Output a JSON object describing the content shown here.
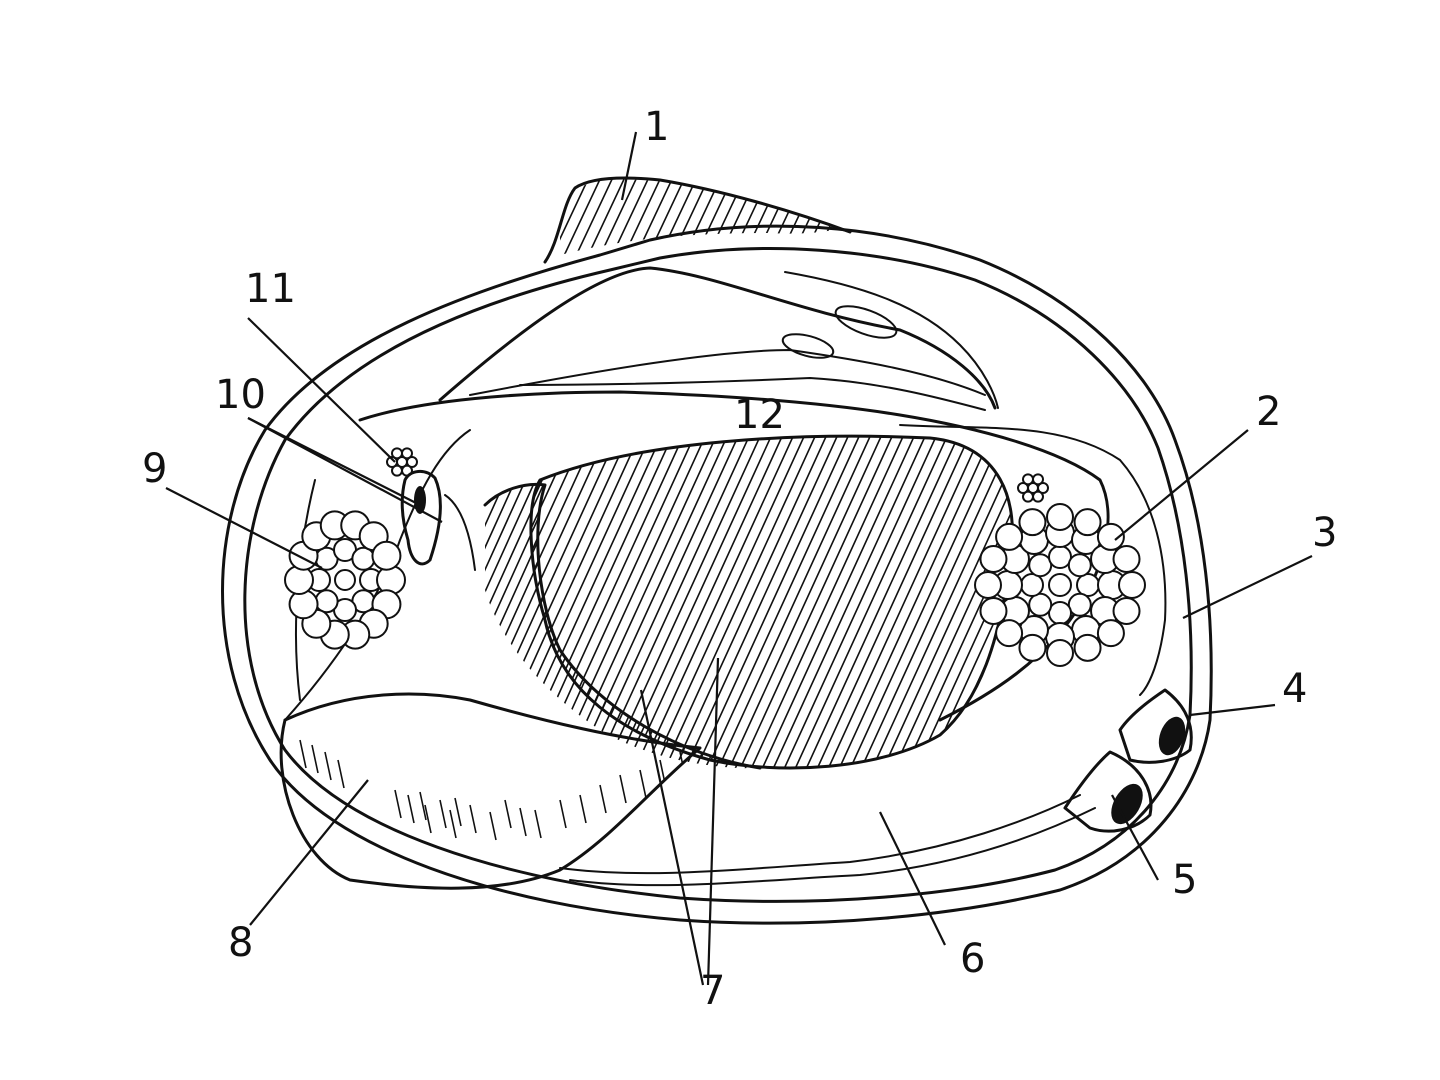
{
  "diagram": {
    "labels": [
      {
        "id": "label-1",
        "text": "1"
      },
      {
        "id": "label-2",
        "text": "2"
      },
      {
        "id": "label-3",
        "text": "3"
      },
      {
        "id": "label-4",
        "text": "4"
      },
      {
        "id": "label-5",
        "text": "5"
      },
      {
        "id": "label-6",
        "text": "6"
      },
      {
        "id": "label-7",
        "text": "7"
      },
      {
        "id": "label-8",
        "text": "8"
      },
      {
        "id": "label-9",
        "text": "9"
      },
      {
        "id": "label-10",
        "text": "10"
      },
      {
        "id": "label-11",
        "text": "11"
      },
      {
        "id": "label-12",
        "text": "12"
      }
    ]
  },
  "colors": {
    "ink": "#111111",
    "background": "#ffffff"
  }
}
